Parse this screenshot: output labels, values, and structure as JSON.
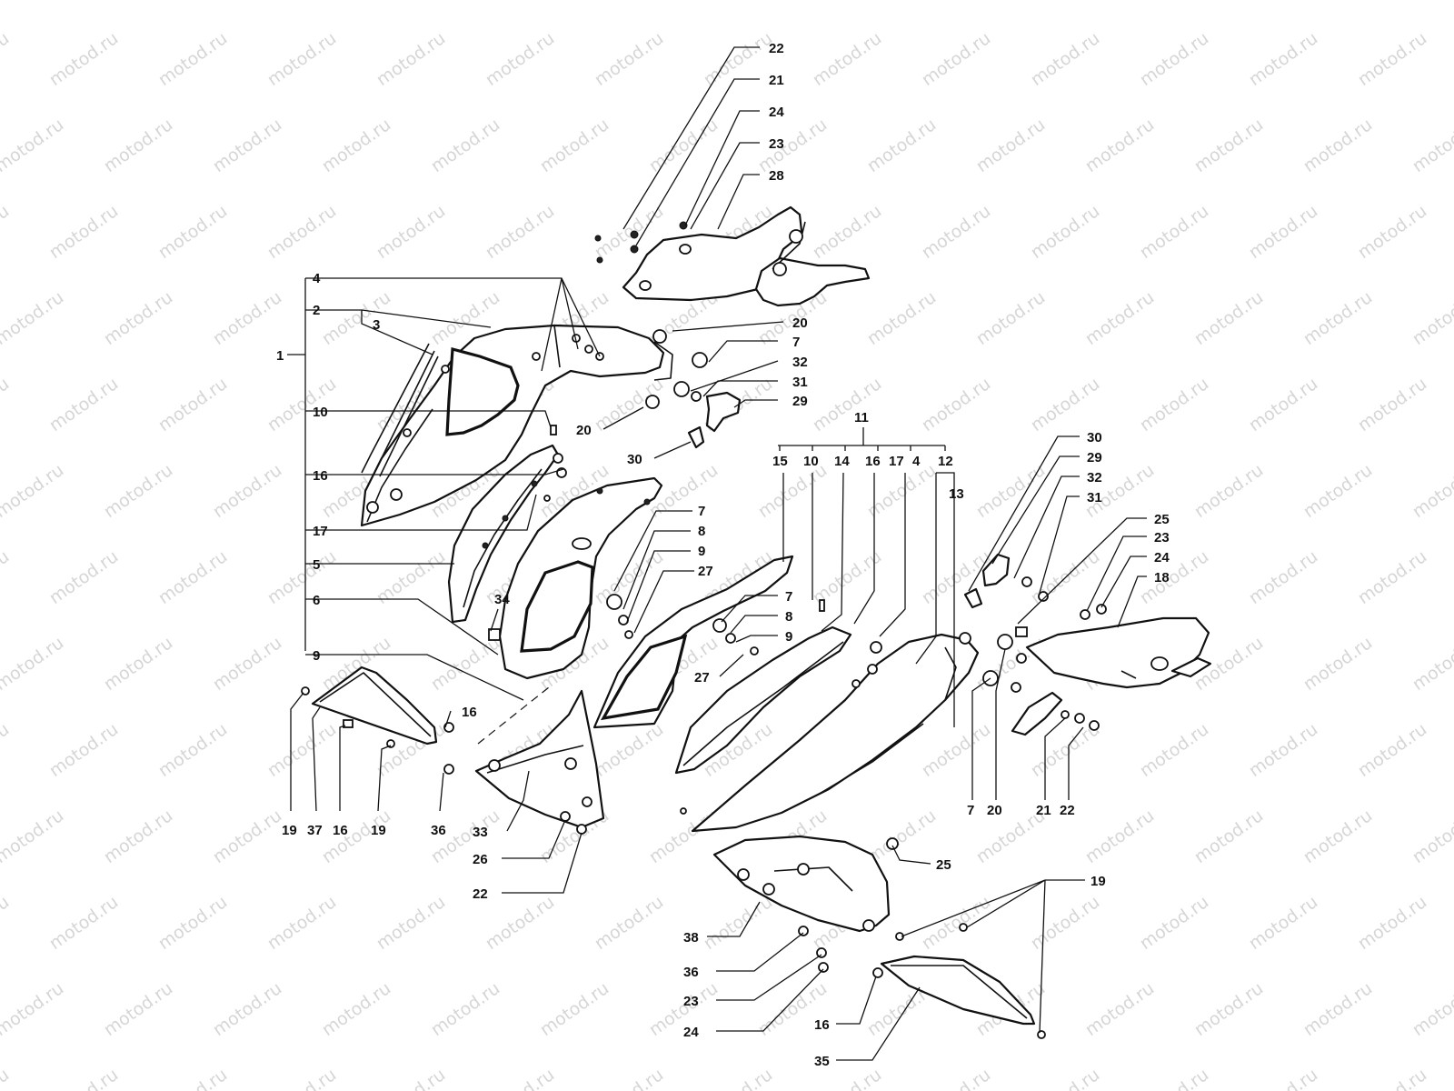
{
  "watermark": "motod.ru",
  "callouts": {
    "c22a": "22",
    "c21a": "21",
    "c24a": "24",
    "c23a": "23",
    "c28": "28",
    "c4a": "4",
    "c2": "2",
    "c3": "3",
    "c1": "1",
    "c20a": "20",
    "c7a": "7",
    "c32a": "32",
    "c31a": "31",
    "c29a": "29",
    "c20b": "20",
    "c30a": "30",
    "c10a": "10",
    "c16a": "16",
    "c17a": "17",
    "c5": "5",
    "c6": "6",
    "c9a": "9",
    "c11": "11",
    "c15": "15",
    "c10b": "10",
    "c14": "14",
    "c16b": "16",
    "c17b": "17",
    "c4b": "4",
    "c12": "12",
    "c13": "13",
    "c7b": "7",
    "c8a": "8",
    "c9b": "9",
    "c27a": "27",
    "c34": "34",
    "c7c": "7",
    "c8b": "8",
    "c9c": "9",
    "c27b": "27",
    "c30b": "30",
    "c29b": "29",
    "c32b": "32",
    "c31b": "31",
    "c25a": "25",
    "c23b": "23",
    "c24b": "24",
    "c18": "18",
    "c16c": "16",
    "c19a": "19",
    "c37": "37",
    "c16d": "16",
    "c19b": "19",
    "c36a": "36",
    "c33": "33",
    "c26": "26",
    "c22b": "22",
    "c7d": "7",
    "c20c": "20",
    "c21b": "21",
    "c22c": "22",
    "c25b": "25",
    "c19c": "19",
    "c38": "38",
    "c36b": "36",
    "c23c": "23",
    "c24c": "24",
    "c16e": "16",
    "c35": "35"
  }
}
